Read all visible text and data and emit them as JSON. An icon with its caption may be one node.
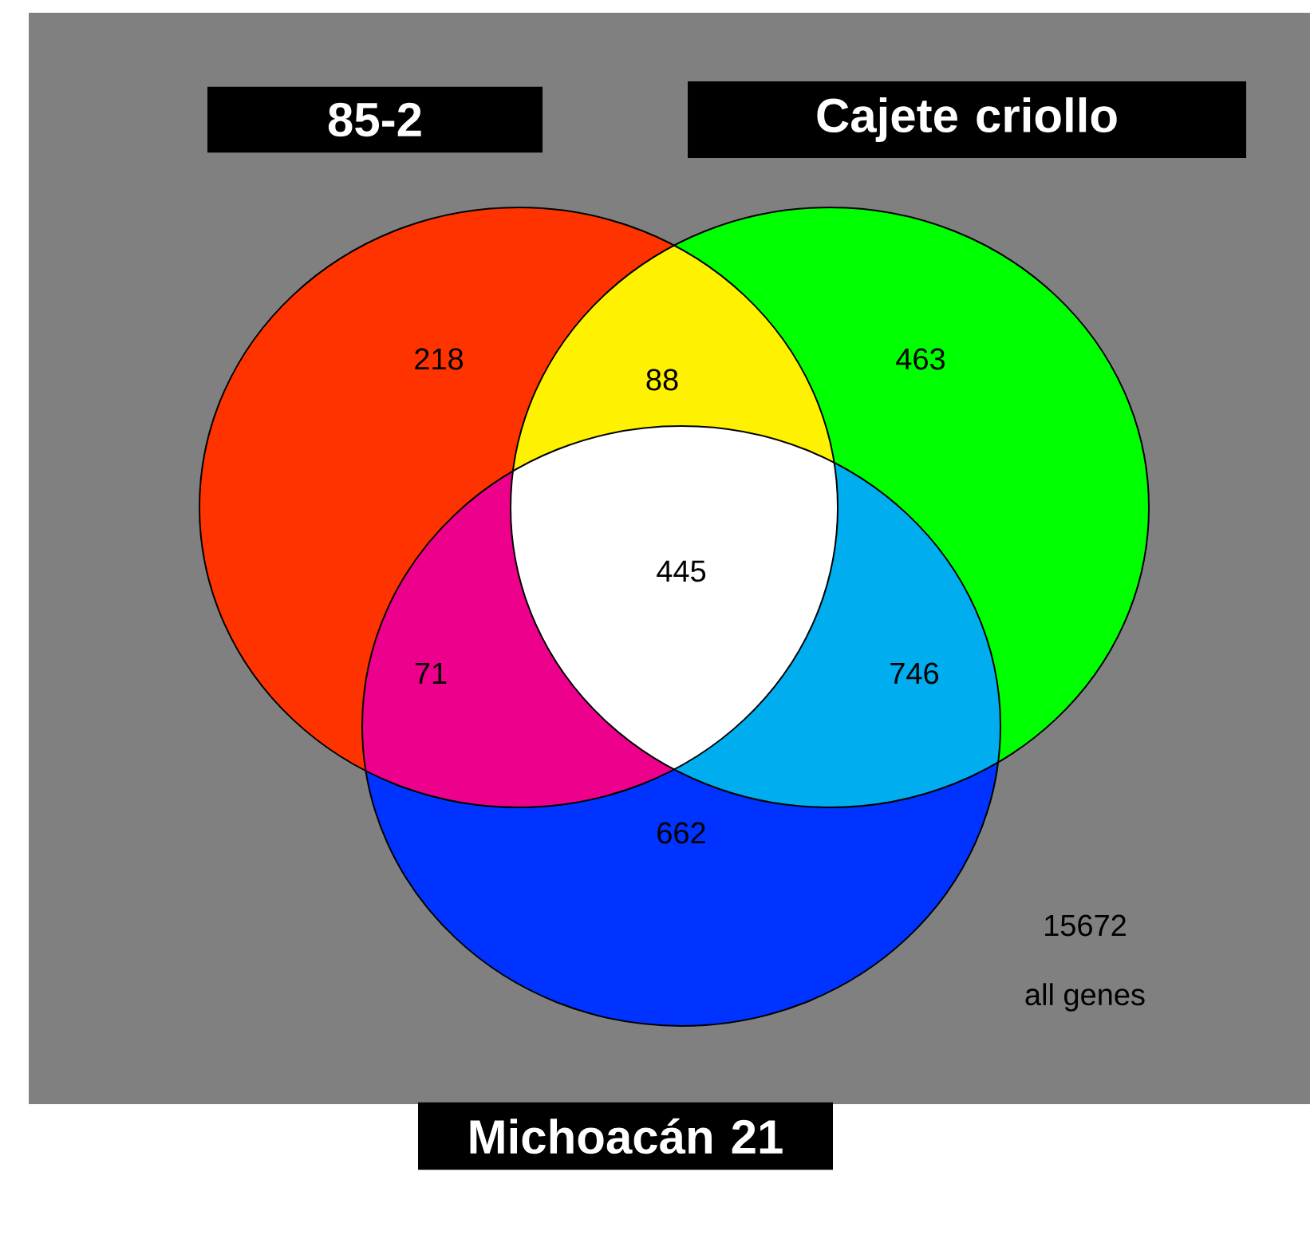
{
  "diagram": {
    "nodes": [
      {
        "text": [
          "85-2"
        ]
      },
      {
        "text": [
          "Cajete criollo"
        ]
      },
      {
        "text": [
          "Michoacán 21"
        ]
      }
    ],
    "labels": [
      "218",
      "88",
      "463",
      "445",
      "71",
      "746",
      "662",
      "15672",
      "all genes"
    ]
  }
}
